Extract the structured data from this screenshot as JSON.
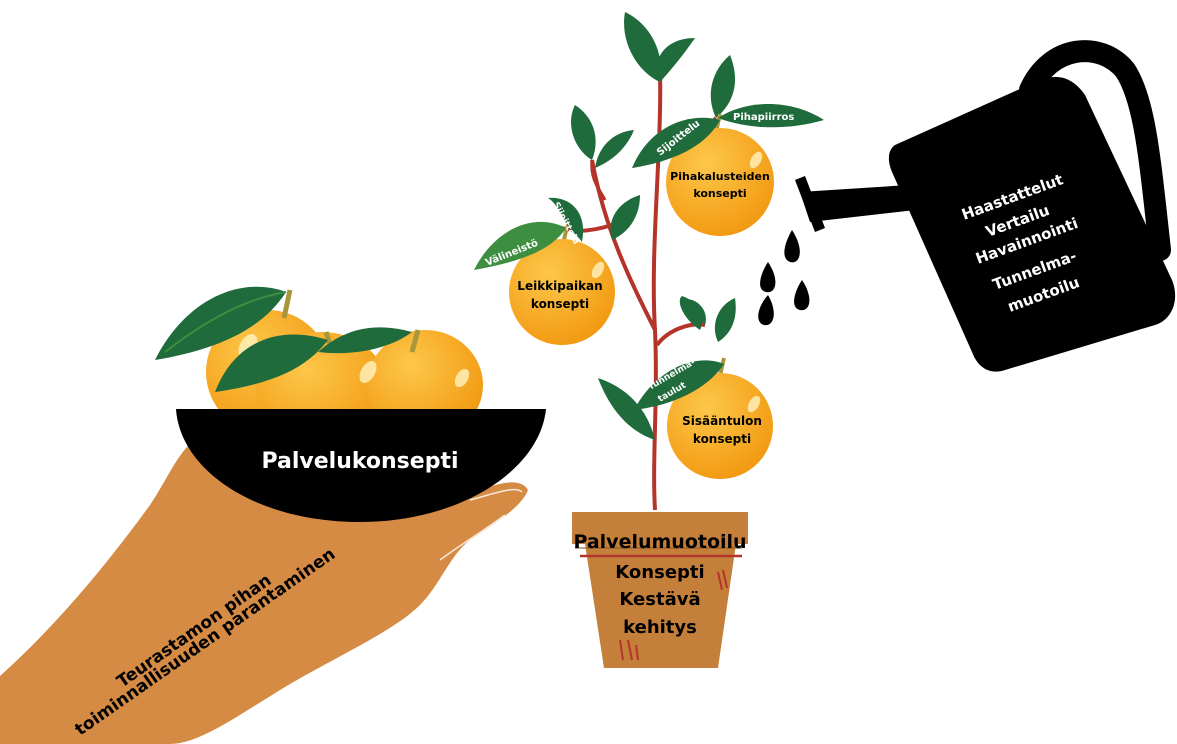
{
  "colors": {
    "orange": "#f7a21b",
    "orange_light": "#fdc74a",
    "leaf": "#1f6b3b",
    "leaf_light": "#3e8e41",
    "stem": "#b5342a",
    "pot": "#c4803b",
    "hand": "#d58b44",
    "black": "#000000"
  },
  "hand": {
    "text_line1": "Teurastamon pihan",
    "text_line2": "toiminnallisuuden parantaminen"
  },
  "bowl": {
    "label": "Palvelukonsepti"
  },
  "pot": {
    "line1": "Palvelumuotoilu",
    "line2": "Konsepti",
    "line3": "Kestävä",
    "line4": "kehitys"
  },
  "fruits": [
    {
      "line1": "Pihakalusteiden",
      "line2": "konsepti"
    },
    {
      "line1": "Leikkipaikan",
      "line2": "konsepti"
    },
    {
      "line1": "Sisääntulon",
      "line2": "konsepti"
    }
  ],
  "leaf_labels": {
    "sijoittelu_top": "Sijoittelu",
    "pihapiirros": "Pihapiirros",
    "valineisto": "Välineistö",
    "sijoittelu_left": "Sijoittelu",
    "tunnelmataulut_1": "Tunnelma-",
    "tunnelmataulut_2": "taulut"
  },
  "can": {
    "line1": "Haastattelut",
    "line2": "Vertailu",
    "line3": "Havainnointi",
    "line4": "Tunnelma-",
    "line5": "muotoilu"
  },
  "icons": [
    "hand-icon",
    "bowl-icon",
    "orange-icon",
    "leaf-icon",
    "plant-icon",
    "pot-icon",
    "watering-can-icon",
    "water-drop-icon"
  ]
}
